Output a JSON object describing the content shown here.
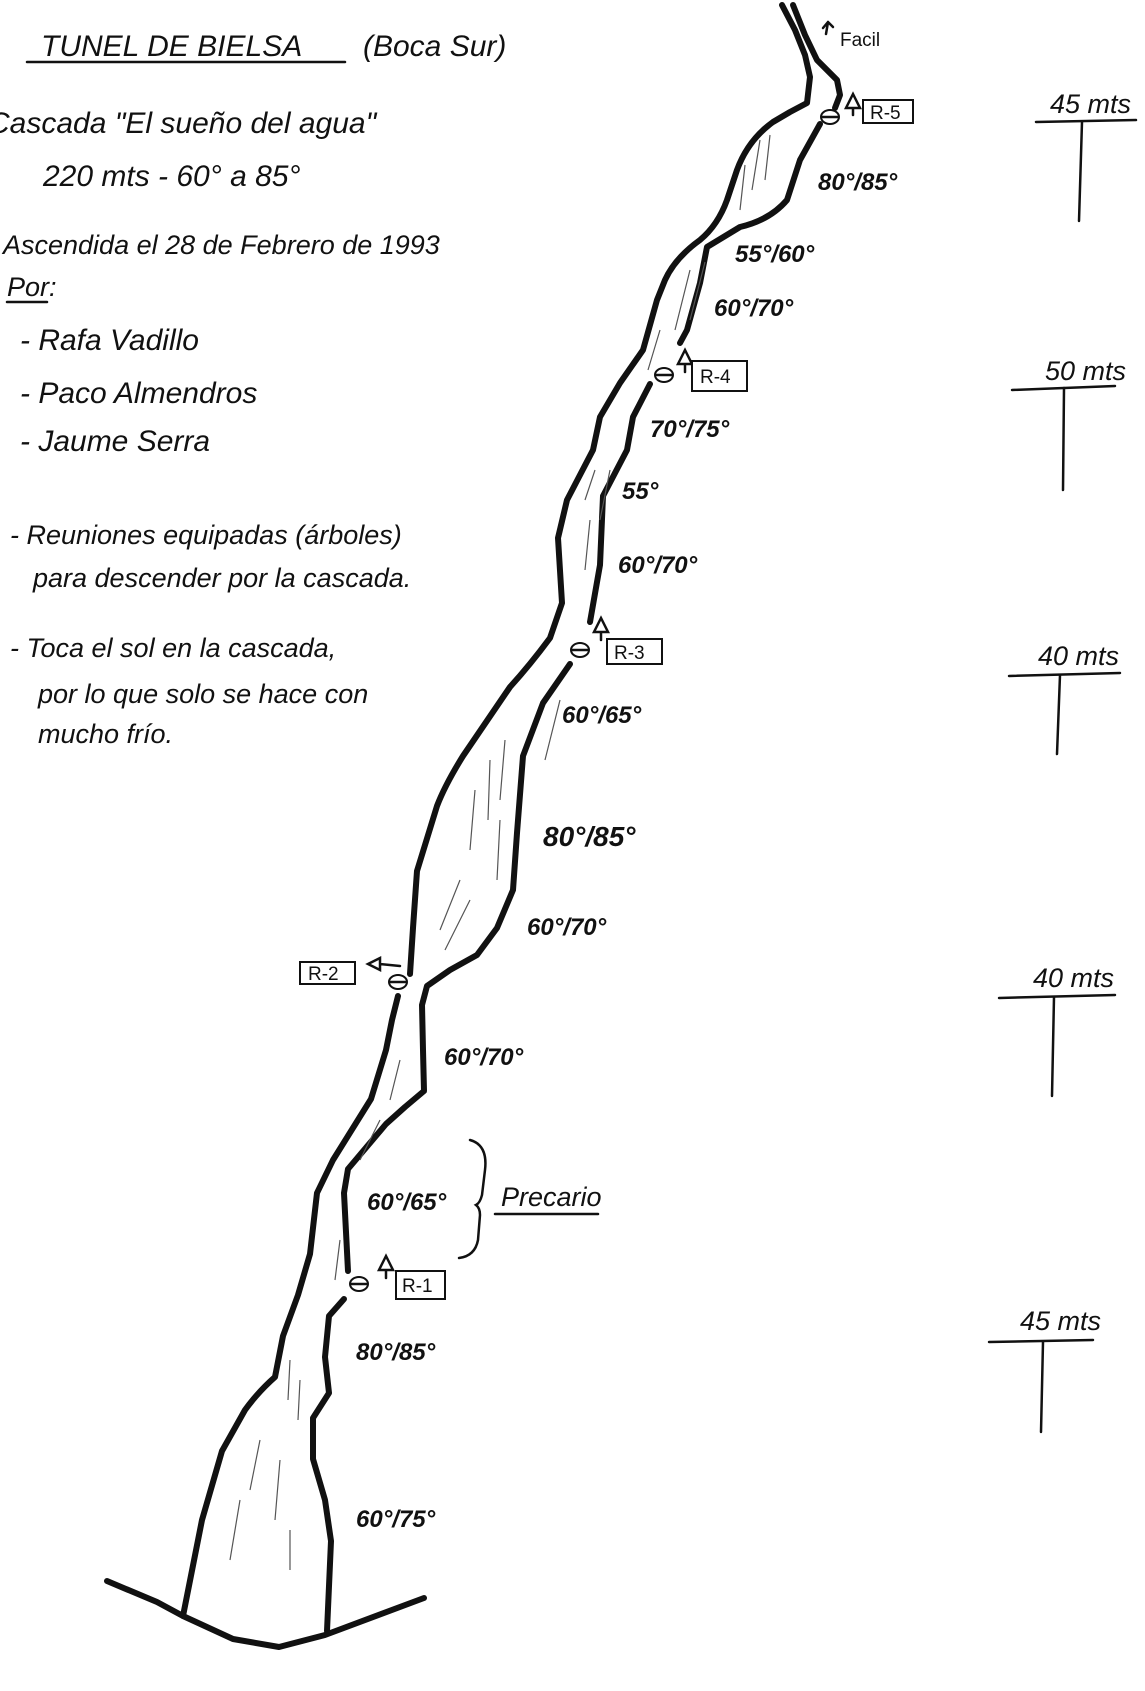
{
  "header": {
    "title": "TUNEL DE BIELSA",
    "subtitle": "(Boca Sur)"
  },
  "route": {
    "name": "Cascada \"El sueño del agua\"",
    "summary": "220 mts - 60° a 85°",
    "date": "Ascendida el 28 de Febrero de 1993",
    "by_label": "Por:",
    "climbers": [
      "- Rafa Vadillo",
      "- Paco Almendros",
      "- Jaume Serra"
    ]
  },
  "notes": [
    [
      "- Reuniones equipadas (árboles)",
      "para descender por la cascada."
    ],
    [
      "- Toca el sol en la cascada,",
      "por lo que solo se hace con",
      "mucho frío."
    ]
  ],
  "topo": {
    "top_note": "Facil",
    "belays": [
      "R-5",
      "R-4",
      "R-3",
      "R-2",
      "R-1"
    ],
    "angles": [
      "80°/85°",
      "55°/60°",
      "60°/70°",
      "70°/75°",
      "55°",
      "60°/70°",
      "60°/65°",
      "80°/85°",
      "60°/70°",
      "60°/70°",
      "60°/65°",
      "80°/85°",
      "60°/75°"
    ],
    "precario": "Precario"
  },
  "pitch_lengths": [
    "45 mts",
    "50 mts",
    "40 mts",
    "40 mts",
    "45 mts"
  ]
}
